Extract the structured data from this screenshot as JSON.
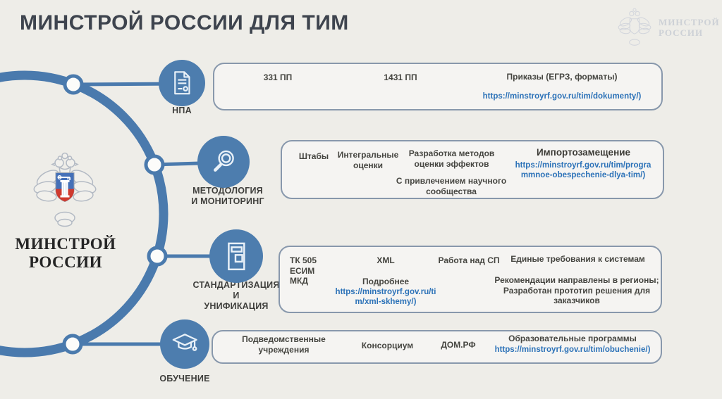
{
  "title": "МИНСТРОЙ РОССИИ ДЛЯ ТИМ",
  "watermark": {
    "line1": "МИНСТРОЙ",
    "line2": "РОССИИ"
  },
  "logo": {
    "line1": "МИНСТРОЙ",
    "line2": "РОССИИ"
  },
  "colors": {
    "background": "#eeede8",
    "accent_blue": "#4d7dae",
    "arc_blue": "#4a7aad",
    "box_border": "#8898ac",
    "link_blue": "#2c72b8",
    "body_text": "#454540",
    "title_text": "#3e444e",
    "shield_blue": "#4470b8",
    "shield_red": "#cf3a2f"
  },
  "rows": [
    {
      "label": "НПА",
      "icon": "document-icon",
      "items": {
        "a": "331 ПП",
        "b": "1431 ПП",
        "c": "Приказы (ЕГРЗ, форматы)",
        "link": "https://minstroyrf.gov.ru/tim/dokumenty/)"
      }
    },
    {
      "label": "МЕТОДОЛОГИЯ\nИ МОНИТОРИНГ",
      "icon": "magnifier-icon",
      "items": {
        "a": "Штабы",
        "b": "Интегральные оценки",
        "c": "Разработка методов оценки эффектов",
        "d": "С привлечением научного сообщества",
        "e": "Импортозамещение",
        "link": "https://minstroyrf.gov.ru/tim/programmnoe-obespechenie-dlya-tim/)"
      }
    },
    {
      "label": "СТАНДАРТИЗАЦИЯ\nИ\nУНИФИКАЦИЯ",
      "icon": "form-icon",
      "items": {
        "a": "ТК 505\nЕСИМ\nМКД",
        "b": "XML",
        "c": "Подробнее",
        "link": "https://minstroyrf.gov.ru/tim/xml-skhemy/)",
        "d": "Работа над СП",
        "e": "Единые требования к системам",
        "f": "Рекомендации направлены в регионы;\nРазработан прототип решения для заказчиков"
      }
    },
    {
      "label": "ОБУЧЕНИЕ",
      "icon": "graduation-cap-icon",
      "items": {
        "a": "Подведомственные учреждения",
        "b": "Консорциум",
        "c": "ДОМ.РФ",
        "d": "Образовательные программы",
        "link": "https://minstroyrf.gov.ru/tim/obuchenie/)"
      }
    }
  ]
}
